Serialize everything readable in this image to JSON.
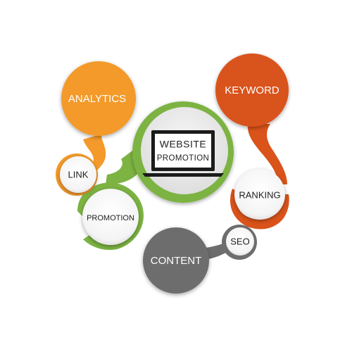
{
  "diagram": {
    "center": {
      "line1": "WEBSITE",
      "line2": "PROMOTION"
    },
    "analytics": "ANALYTICS",
    "keyword": "KEYWORD",
    "link": "LINK",
    "promotion": "PROMOTION",
    "ranking": "RANKING",
    "seo": "SEO",
    "content": "CONTENT"
  },
  "colors": {
    "orange": "#f39a2b",
    "burnt_orange": "#d9531a",
    "green": "#7cb342",
    "gray": "#6d6d6d",
    "light_gray": "#ededed",
    "white_circle": "#ffffff"
  },
  "icons": [
    "laptop-icon"
  ]
}
